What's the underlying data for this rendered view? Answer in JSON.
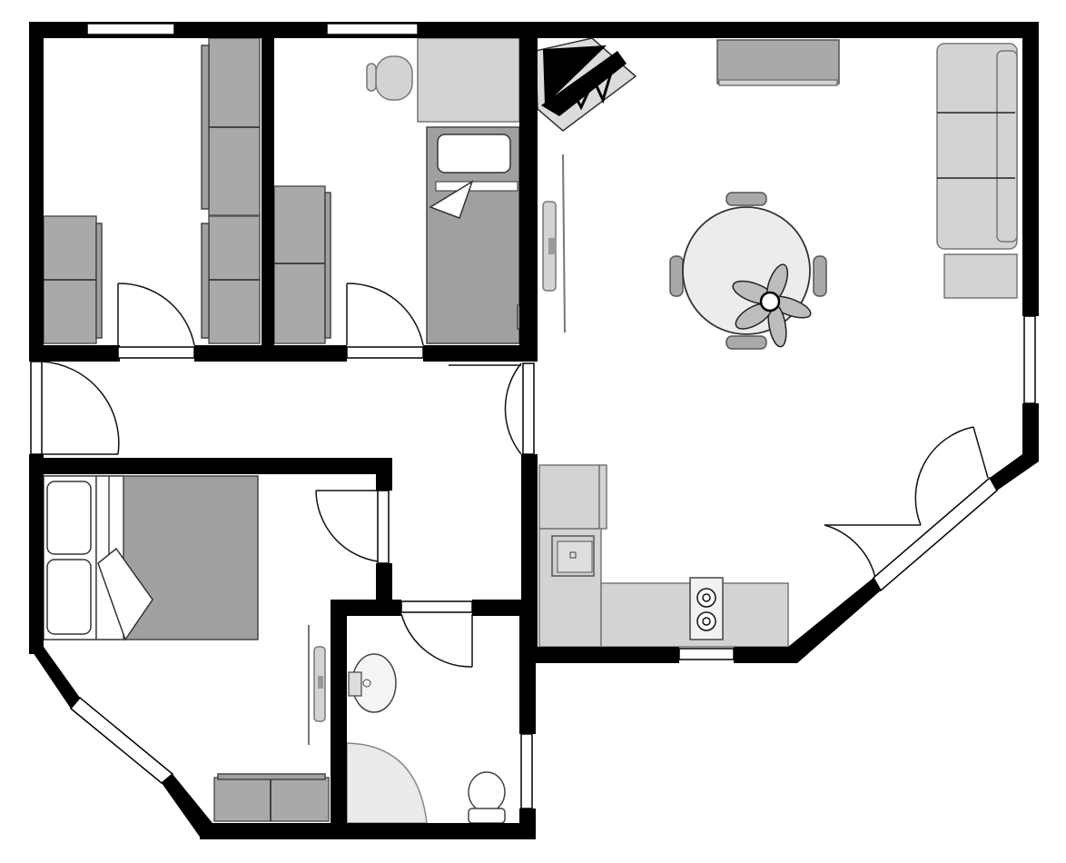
{
  "plan": {
    "wall_color": "#000000",
    "floor_color": "#ffffff",
    "furniture_color": "#a9a9a9",
    "light_furniture_color": "#d3d3d3",
    "rooms": [
      "bedroom-1",
      "bedroom-2",
      "living-dining-room",
      "hallway",
      "master-bedroom",
      "bathroom",
      "kitchen"
    ],
    "icons": [
      "wardrobe-icon",
      "desk-icon",
      "chair-icon",
      "single-bed-icon",
      "double-bed-icon",
      "fireplace-icon",
      "sofa-icon",
      "tv-icon",
      "dining-table-icon",
      "ceiling-fan-icon",
      "sink-icon",
      "stove-icon",
      "toilet-icon",
      "shower-icon",
      "window-icon",
      "door-icon"
    ]
  }
}
